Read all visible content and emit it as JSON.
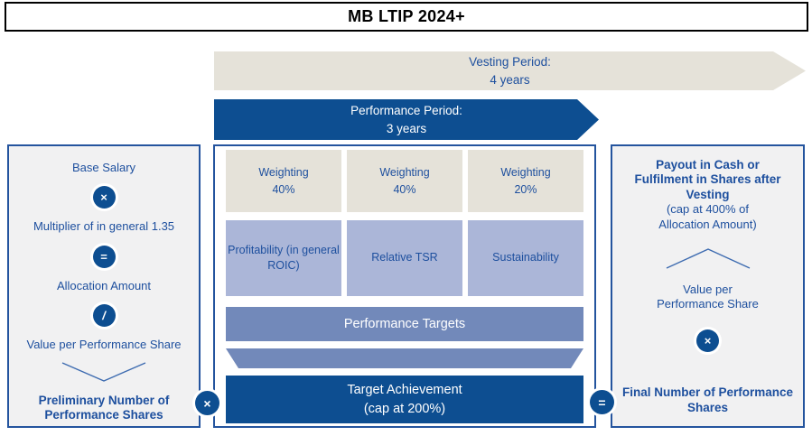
{
  "title": "MB LTIP 2024+",
  "colors": {
    "dark_blue": "#0d4e91",
    "medium_blue": "#7289ba",
    "periwinkle": "#abb6d8",
    "beige": "#e5e2d9",
    "panel_bg": "#f1f1f2",
    "border_blue": "#24549e",
    "text_blue": "#1d4f9e"
  },
  "timeline": {
    "vesting_label": [
      "Vesting Period:",
      "4 years"
    ],
    "performance_label": [
      "Performance Period:",
      "3 years"
    ]
  },
  "formula_left": {
    "base_salary": "Base Salary",
    "multiply_symbol": "×",
    "multiplier": "Multiplier of in general 1.35",
    "equals_symbol": "=",
    "allocation_amount": "Allocation Amount",
    "divide_symbol": "/",
    "value_per_share": "Value per Performance Share",
    "result": [
      "Preliminary Number of",
      "Performance Shares"
    ]
  },
  "kpi_panel": {
    "weightings": [
      [
        "Weighting",
        "40%"
      ],
      [
        "Weighting",
        "40%"
      ],
      [
        "Weighting",
        "20%"
      ]
    ],
    "metrics": [
      [
        "Profitability (in general",
        "ROIC)"
      ],
      [
        "Relative TSR"
      ],
      [
        "Sustainability"
      ]
    ],
    "performance_targets": "Performance Targets",
    "target_achievement": [
      "Target Achievement",
      "(cap at 200%)"
    ]
  },
  "operators": {
    "multiply": "×",
    "equals": "="
  },
  "payout_right": {
    "payout_title": [
      "Payout in Cash or",
      "Fulfilment in Shares after",
      "Vesting"
    ],
    "payout_cap": [
      "(cap at 400% of",
      "Allocation Amount)"
    ],
    "value_per_share": [
      "Value per",
      "Performance Share"
    ],
    "multiply_symbol": "×",
    "result": [
      "Final Number of Performance",
      "Shares"
    ]
  }
}
